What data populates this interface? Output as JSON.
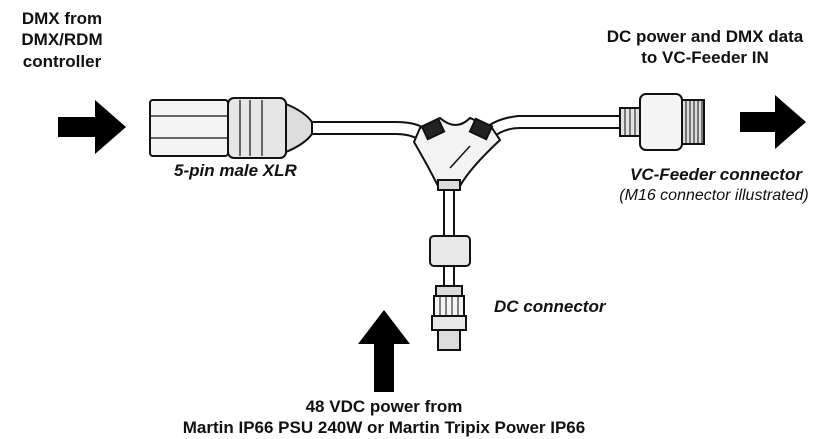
{
  "labels": {
    "dmx_source": [
      "DMX from",
      "DMX/RDM",
      "controller"
    ],
    "dc_power_dmx": [
      "DC power and DMX data",
      "to VC-Feeder IN"
    ],
    "xlr": "5-pin male XLR",
    "vc_feeder_connector": "VC-Feeder connector",
    "vc_feeder_note": "(M16 connector illustrated)",
    "dc_connector": "DC connector",
    "power_source": [
      "48 VDC power from",
      "Martin IP66 PSU 240W or Martin Tripix Power IP66"
    ]
  },
  "colors": {
    "ink": "#111111",
    "fill_light": "#f2f2f2",
    "fill_mid": "#d8d8d8",
    "arrow": "#000000"
  },
  "icons": [
    "arrow-right-icon",
    "arrow-up-icon"
  ]
}
